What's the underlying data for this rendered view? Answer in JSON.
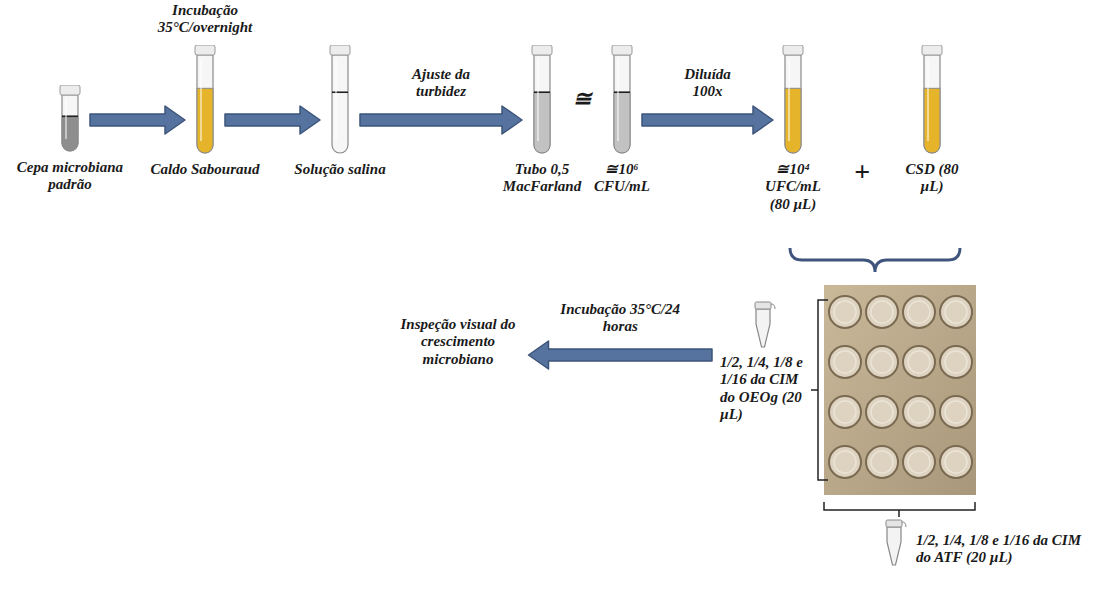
{
  "diagram": {
    "nodes": [
      {
        "text": [
          "Cepa microbiana padrão"
        ]
      },
      {
        "text": [
          "Caldo Sabouraud"
        ]
      },
      {
        "text": [
          "Solução salina"
        ]
      },
      {
        "text": [
          "Tubo 0,5 MacFarland"
        ]
      },
      {
        "text": [
          "≅10⁶ CFU/mL"
        ]
      },
      {
        "text": [
          "≅10⁴ UFC/mL (80 µL)"
        ]
      },
      {
        "text": [
          "CSD (80 µL)"
        ]
      },
      {
        "text": [
          "1/2, 1/4, 1/8 e 1/16 da CIM do OEOg (20 µL)"
        ]
      },
      {
        "text": [
          "1/2, 1/4, 1/8 e 1/16 da CIM do ATF (20 µL)"
        ]
      },
      {
        "text": [
          "Inspeção visual do crescimento microbiano"
        ]
      }
    ],
    "edges": [
      {
        "from": 0,
        "to": 1,
        "arrow": "to"
      },
      {
        "from": 1,
        "to": 2,
        "arrow": "to"
      },
      {
        "from": 2,
        "to": 3,
        "label": "Ajuste da turbidez",
        "arrow": "to"
      },
      {
        "from": 4,
        "to": 5,
        "label": "Diluída 100x",
        "arrow": "to"
      },
      {
        "from": 7,
        "to": 9,
        "label": "Incubação 35°C/24 horas",
        "arrow": "to"
      }
    ],
    "labels": [
      "Incubação 35°C/overnight",
      "≅",
      "+"
    ]
  }
}
